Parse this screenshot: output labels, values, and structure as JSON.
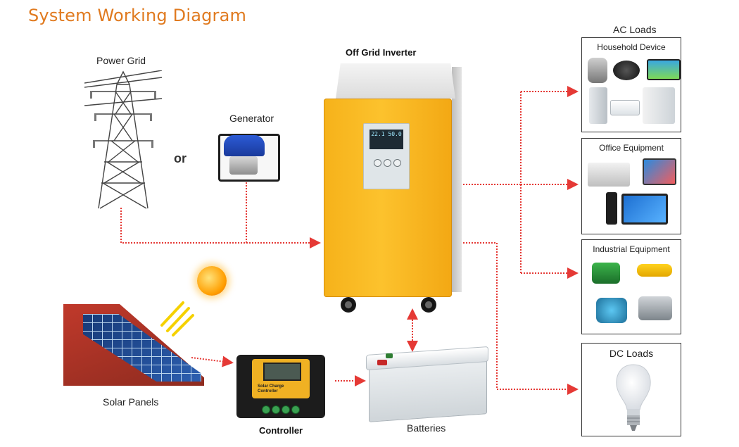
{
  "title": "System Working Diagram",
  "sources": {
    "power_grid": "Power Grid",
    "or": "or",
    "generator": "Generator",
    "solar_panels": "Solar Panels"
  },
  "inverter": {
    "label": "Off Grid Inverter",
    "display_left": "22.1",
    "display_right": "50.0"
  },
  "controller": {
    "label": "Controller",
    "face_text": "Solar Charge Controller"
  },
  "batteries": {
    "label": "Batteries"
  },
  "ac_loads": {
    "label": "AC Loads",
    "groups": [
      "Household Device",
      "Office Equipment",
      "Industrial Equipment"
    ]
  },
  "dc_loads": {
    "label": "DC Loads"
  },
  "colors": {
    "title": "#e07a1f",
    "arrow": "#e53935",
    "inverter_body": "#fcc22d",
    "box_border": "#333333"
  },
  "icons": [
    "transmission-tower-icon",
    "generator-icon",
    "sun-icon",
    "solar-panel-icon",
    "light-bulb-icon"
  ]
}
